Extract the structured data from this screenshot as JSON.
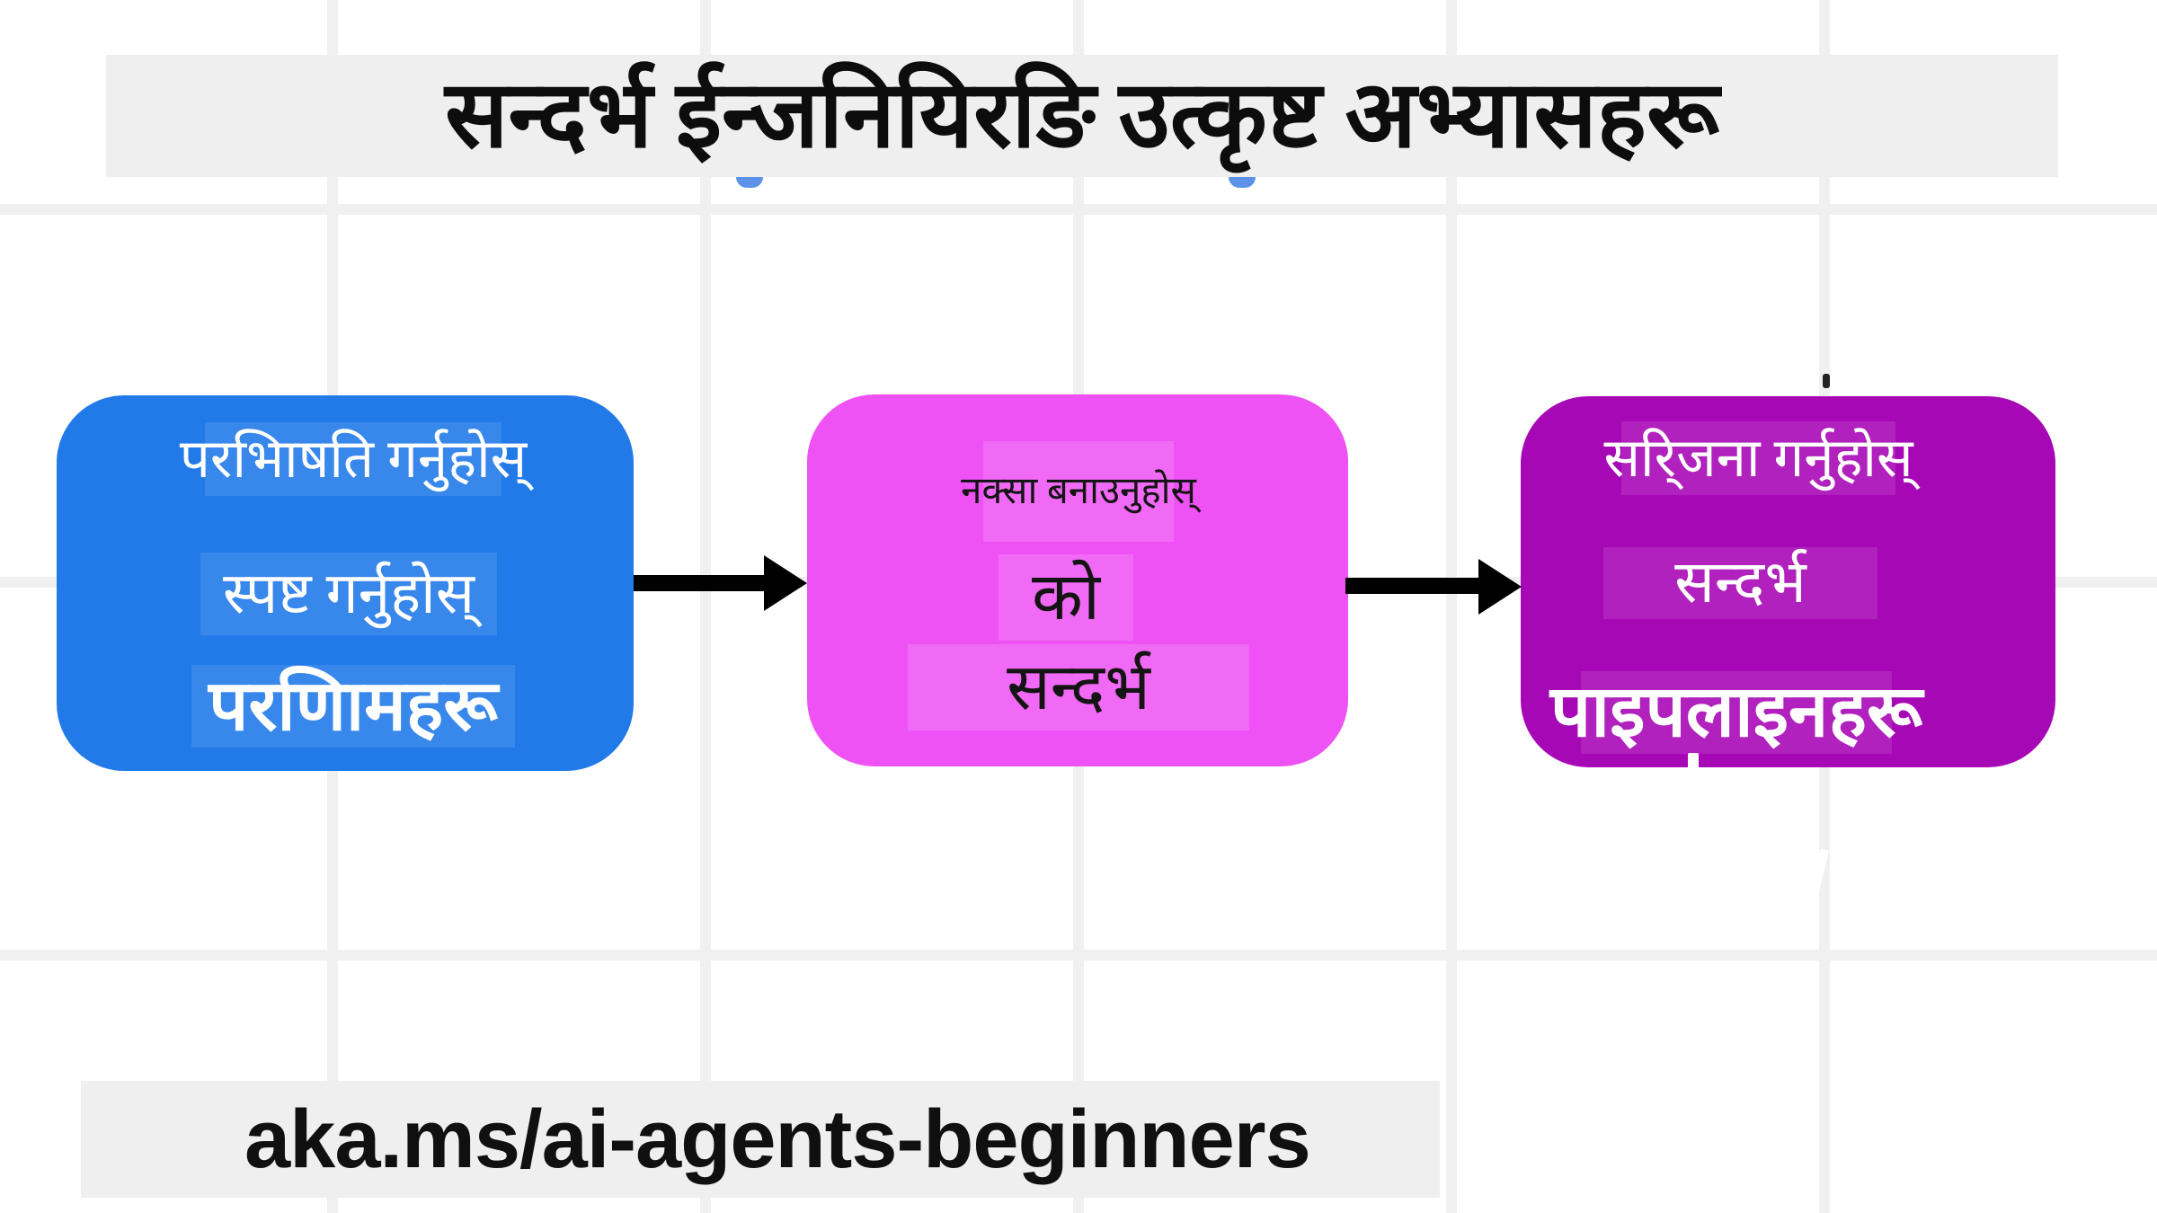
{
  "header": {
    "title": "सन्दर्भ ईन्जनियिरङि उत्कृष्ट अभ्यासहरू"
  },
  "flow": {
    "boxes": [
      {
        "name": "define-clear-outcomes",
        "fill": "#227ae8",
        "text_color": "#ffffff",
        "lines": [
          "परभिाषति गर्नुहोस्",
          "स्पष्ट गर्नुहोस्",
          "परणिामहरू"
        ]
      },
      {
        "name": "map-the-context",
        "fill": "#ef52f4",
        "text_color": "#141414",
        "lines": [
          "नक्सा बनाउनुहोस्",
          "को",
          "सन्दर्भ"
        ]
      },
      {
        "name": "create-context-pipelines",
        "fill": "#a708b6",
        "text_color": "#ffffff",
        "lines": [
          "सरि्जना गर्नुहोस्",
          "सन्दर्भ",
          "पाइपलाइनहरू"
        ]
      }
    ],
    "arrow_color": "#000000"
  },
  "footer": {
    "url": "aka.ms/ai-agents-beginners"
  },
  "theme": {
    "background": "#ffffff",
    "grid_line": "#f0f0f0",
    "banner_bg": "#efefef",
    "title_text": "#0d0d0d"
  }
}
